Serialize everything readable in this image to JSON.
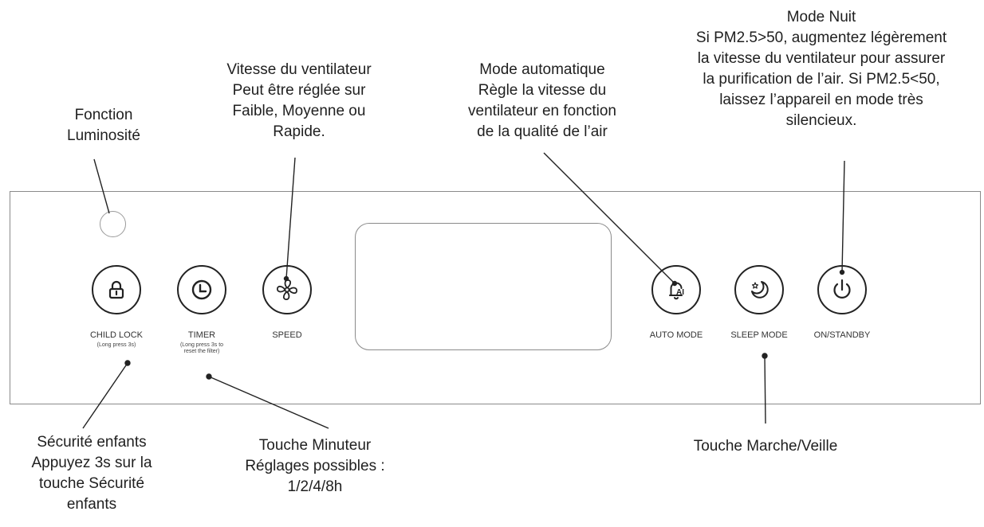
{
  "callouts": {
    "brightness": "Fonction\nLuminosité",
    "fan_speed": "Vitesse du ventilateur\nPeut être réglée sur\nFaible, Moyenne ou\nRapide.",
    "auto_mode": "Mode automatique\nRègle la vitesse du\nventilateur en fonction\nde la qualité de l’air",
    "night_mode": "Mode Nuit\nSi PM2.5>50, augmentez légèrement\nla vitesse du ventilateur pour assurer\nla purification de l’air. Si PM2.5<50,\nlaissez l’appareil en mode très\nsilencieux.",
    "child_lock": "Sécurité enfants\nAppuyez 3s sur la\ntouche Sécurité\nenfants",
    "timer": "Touche Minuteur\nRéglages possibles :\n1/2/4/8h",
    "power": "Touche Marche/Veille"
  },
  "buttons": {
    "child_lock": {
      "label": "CHILD LOCK",
      "sub": "(Long press 3s)",
      "icon": "padlock-icon"
    },
    "timer": {
      "label": "TIMER",
      "sub": "(Long press 3s to\nreset the filter)",
      "icon": "clock-icon"
    },
    "speed": {
      "label": "SPEED",
      "icon": "fan-icon"
    },
    "auto_mode": {
      "label": "AUTO MODE",
      "icon": "ai-bell-icon"
    },
    "sleep_mode": {
      "label": "SLEEP MODE",
      "icon": "moon-star-icon"
    },
    "on_standby": {
      "label": "ON/STANDBY",
      "icon": "power-icon"
    }
  }
}
